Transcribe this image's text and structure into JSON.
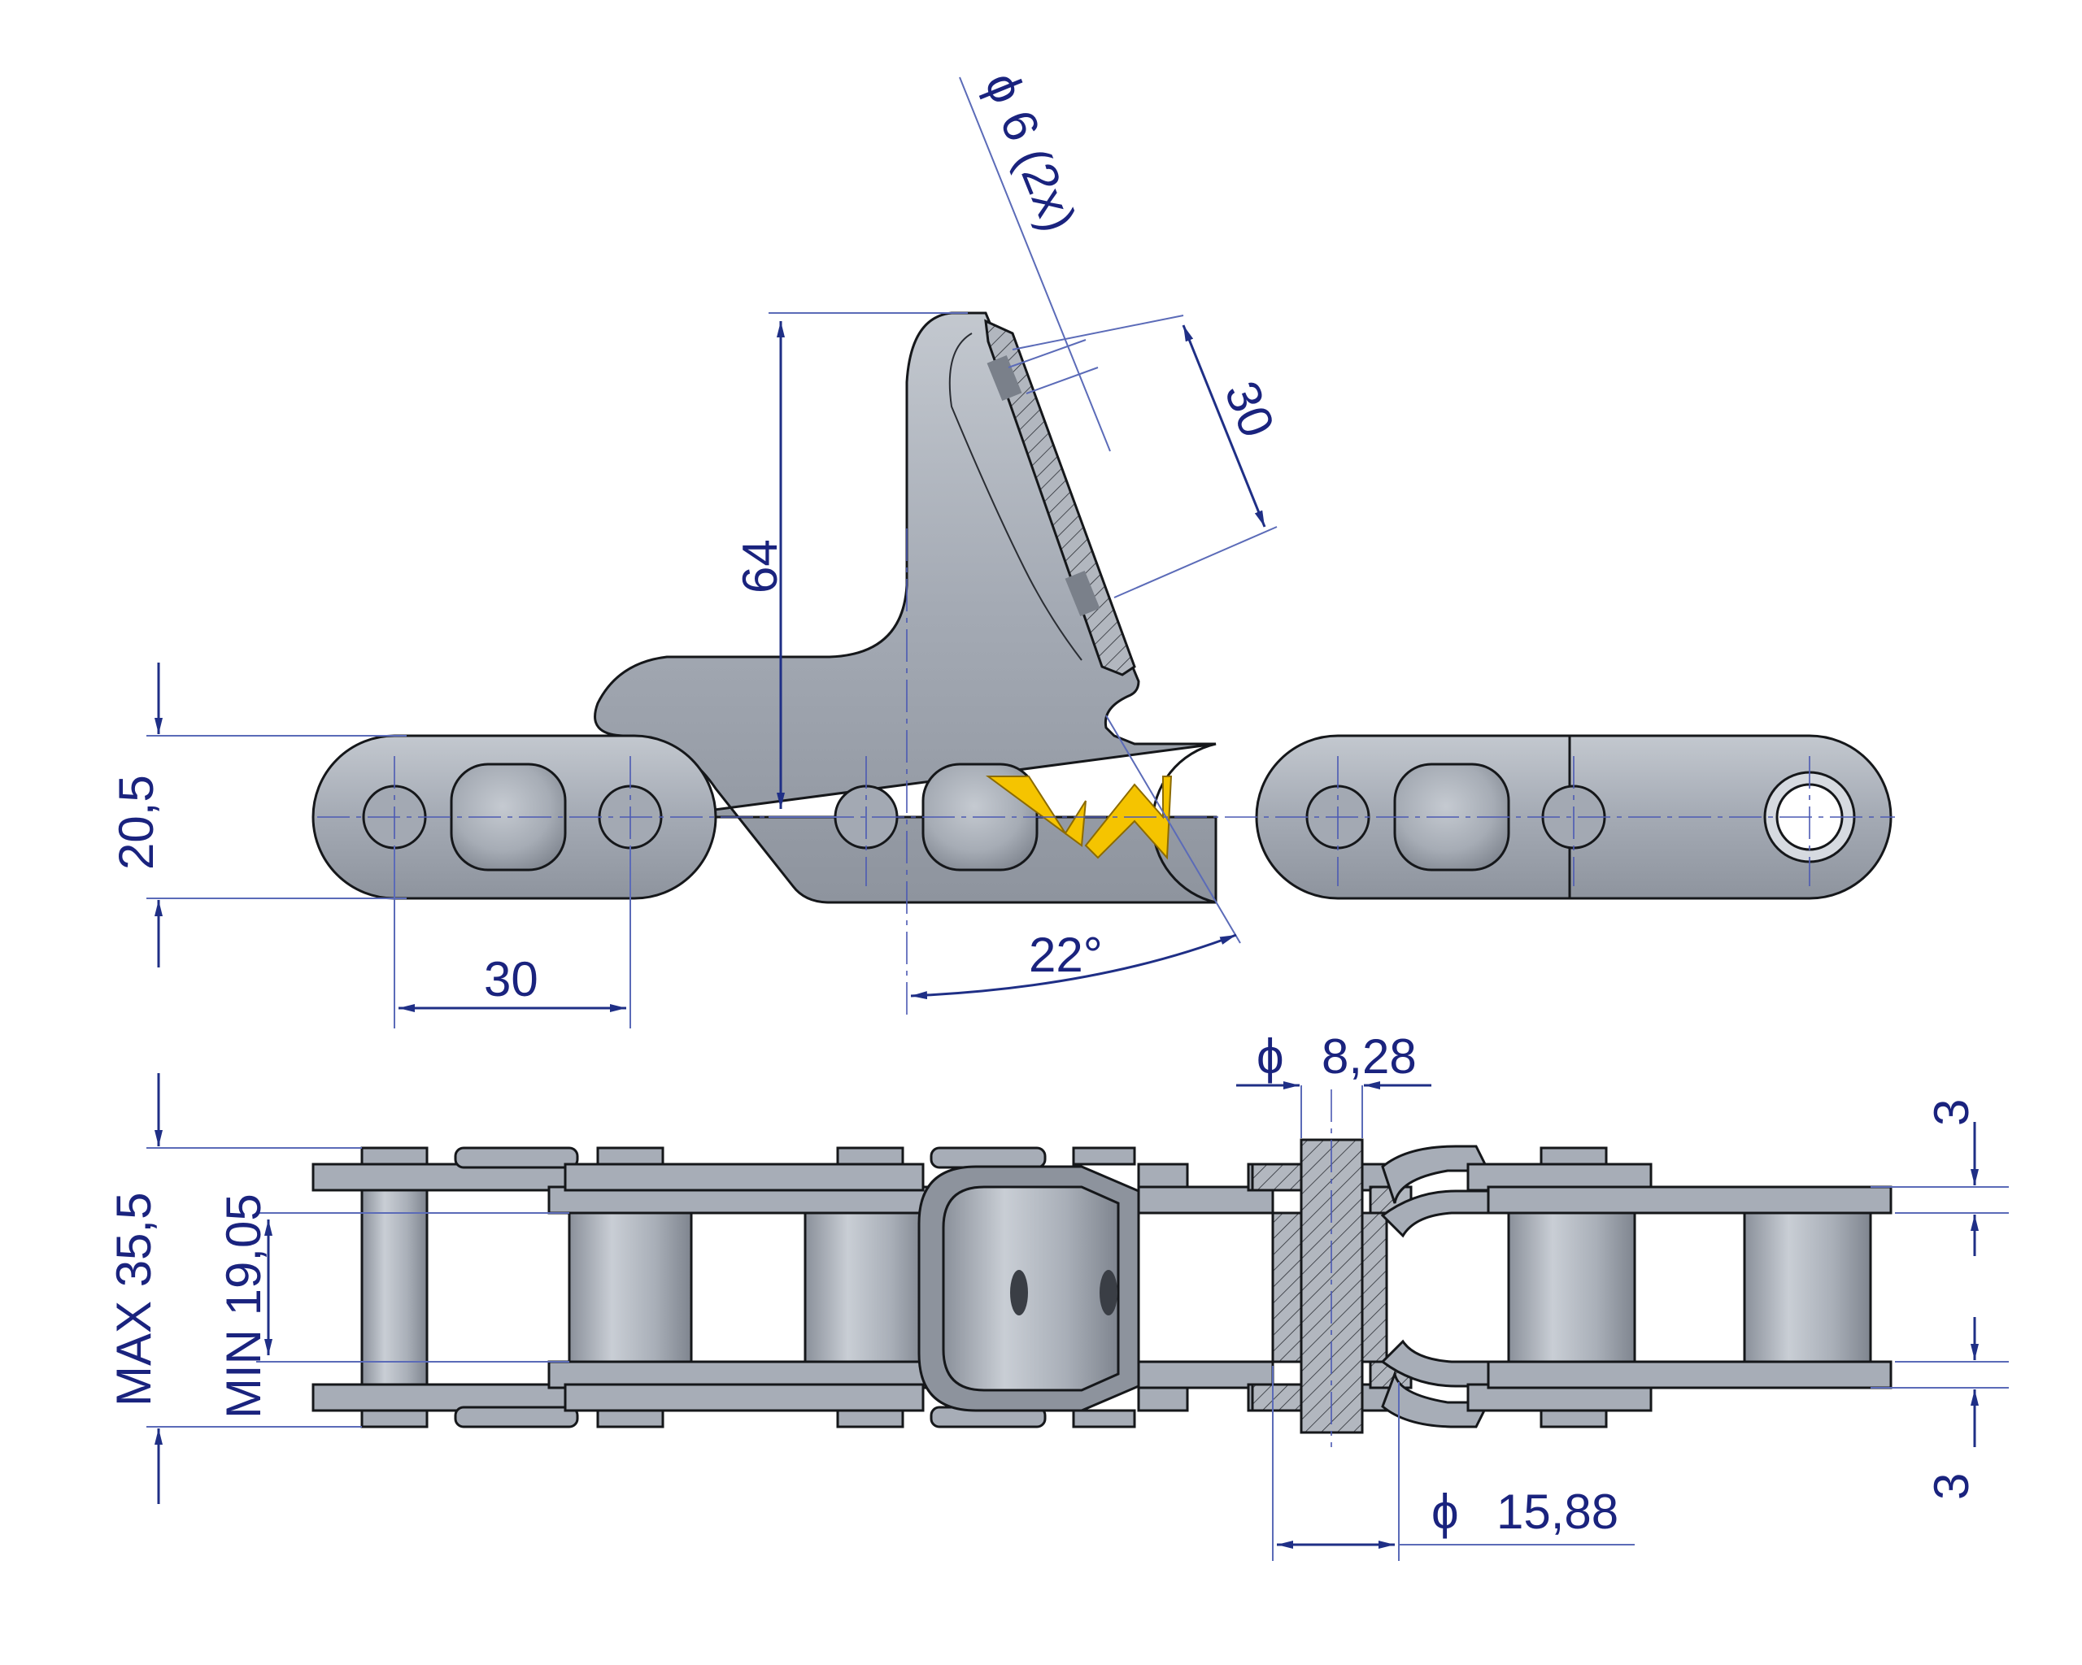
{
  "drawing": {
    "logo": {
      "name": "W",
      "color": "#f5c400"
    },
    "colors": {
      "dimension": "#1a237e",
      "metal": "#a7adb7",
      "outline": "#15171a"
    },
    "dimensions": {
      "hole_diameter": "ϕ 6 (2x)",
      "hole_spacing": "30",
      "attachment_height": "64",
      "link_height": "20,5",
      "pitch": "30",
      "angle": "22°",
      "pin_diameter_symbol": "ϕ",
      "pin_diameter_value": "8,28",
      "width_max": "MAX 35,5",
      "width_min": "MIN 19,05",
      "plate_thickness_top": "3",
      "plate_thickness_bottom": "3",
      "roller_diameter_symbol": "ϕ",
      "roller_diameter_value": "15,88"
    }
  }
}
